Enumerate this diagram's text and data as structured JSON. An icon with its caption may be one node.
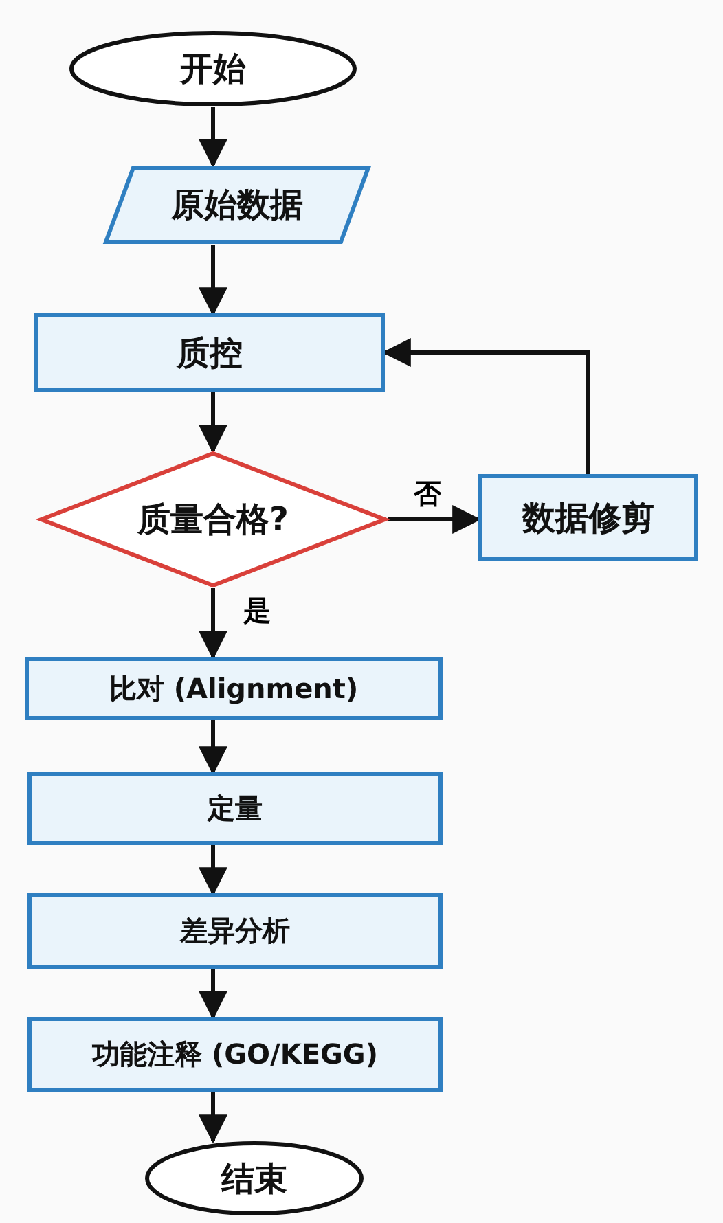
{
  "diagram": {
    "nodes": [
      {
        "text": [
          "开始"
        ]
      },
      {
        "text": [
          "原始数据"
        ]
      },
      {
        "text": [
          "质控"
        ]
      },
      {
        "text": [
          "质量合格?"
        ]
      },
      {
        "text": [
          "数据修剪"
        ]
      },
      {
        "text": [
          "比对 (Alignment)"
        ]
      },
      {
        "text": [
          "定量"
        ]
      },
      {
        "text": [
          "差异分析"
        ]
      },
      {
        "text": [
          "功能注释 (GO/KEGG)"
        ]
      },
      {
        "text": [
          "结束"
        ]
      }
    ],
    "edges": [
      {
        "from": 0,
        "to": 1,
        "arrow": "to"
      },
      {
        "from": 1,
        "to": 2,
        "arrow": "to"
      },
      {
        "from": 2,
        "to": 3,
        "arrow": "to"
      },
      {
        "from": 3,
        "to": 4,
        "arrow": "to",
        "label": "否"
      },
      {
        "from": 4,
        "to": 2,
        "arrow": "to"
      },
      {
        "from": 3,
        "to": 5,
        "arrow": "to",
        "label": "是"
      },
      {
        "from": 5,
        "to": 6,
        "arrow": "to"
      },
      {
        "from": 6,
        "to": 7,
        "arrow": "to"
      },
      {
        "from": 7,
        "to": 8,
        "arrow": "to"
      },
      {
        "from": 8,
        "to": 9,
        "arrow": "to"
      }
    ]
  }
}
